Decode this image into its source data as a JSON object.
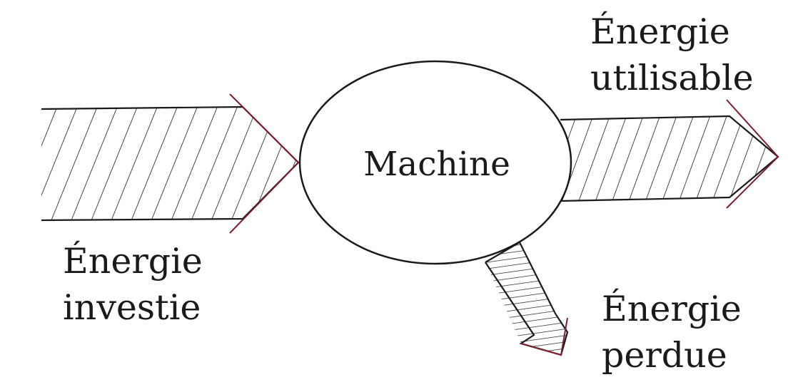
{
  "diagram": {
    "machine": {
      "label": "Machine"
    },
    "input": {
      "label_line1": "Énergie",
      "label_line2": "investie"
    },
    "useful": {
      "label_line1": "Énergie",
      "label_line2": "utilisable"
    },
    "lost": {
      "label_line1": "Énergie",
      "label_line2": "perdue"
    }
  },
  "colors": {
    "outline": "#1a1a1a",
    "arrow_edge": "#7a1f2b",
    "hatch": "#1a1a1a",
    "background": "#ffffff"
  }
}
